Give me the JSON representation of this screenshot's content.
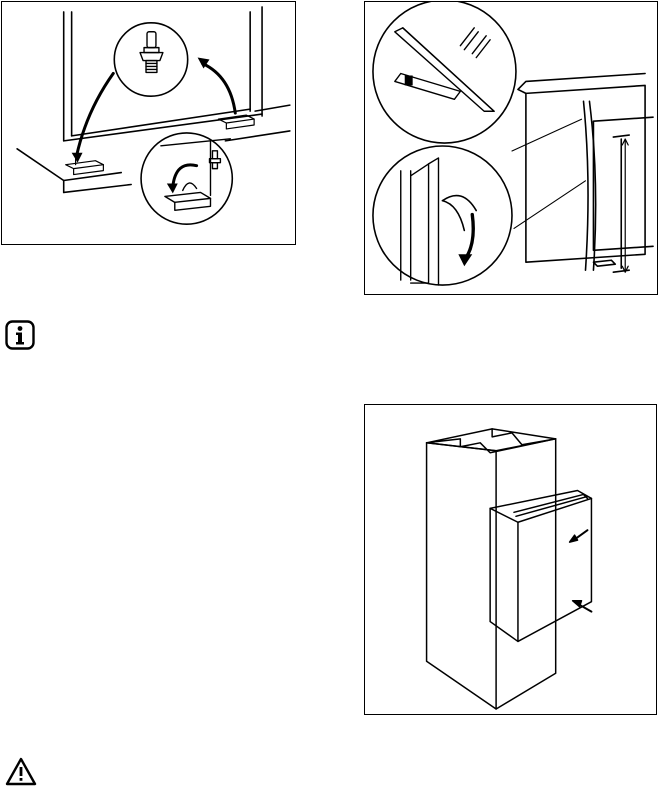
{
  "page": {
    "background": "#ffffff",
    "line_color": "#000000"
  },
  "figures": [
    {
      "id": "hinge-pin-figure",
      "icon": "hinge-pin-illustration"
    },
    {
      "id": "seal-trim-figure",
      "icon": "door-seal-trim-illustration"
    },
    {
      "id": "door-mount-figure",
      "icon": "built-in-appliance-door-illustration"
    }
  ],
  "notices": [
    {
      "id": "info",
      "icon": "info-icon"
    },
    {
      "id": "warning",
      "icon": "warning-icon"
    }
  ]
}
